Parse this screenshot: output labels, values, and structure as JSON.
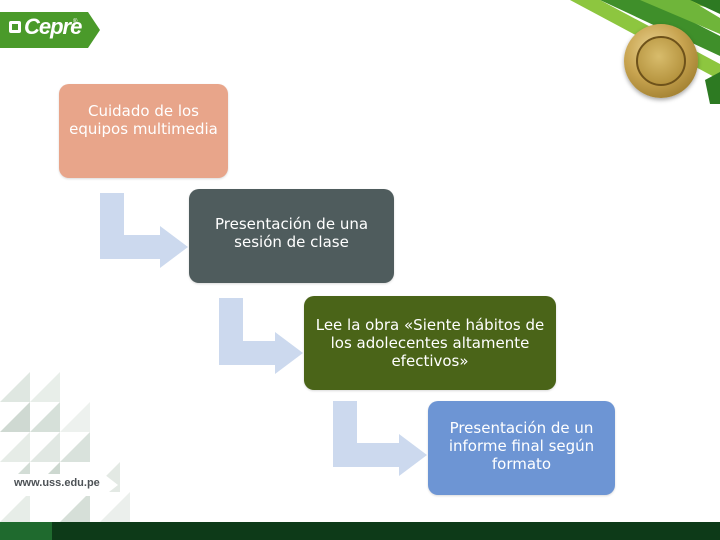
{
  "brand": {
    "logo_text": "Cepre",
    "logo_reg_mark": "®",
    "url": "www.uss.edu.pe",
    "accent_green": "#4a9a2a",
    "dark_green": "#0d3a18"
  },
  "diagram": {
    "steps": [
      {
        "label": "Cuidado de los equipos multimedia",
        "color": "#e8a58a"
      },
      {
        "label": "Presentación de una sesión de clase",
        "color": "#4f5c5d"
      },
      {
        "label": "Lee la obra «Siente hábitos de los adolecentes altamente efectivos»",
        "color": "#4a6418"
      },
      {
        "label": "Presentación de un informe final según formato",
        "color": "#6d95d4"
      }
    ],
    "arrow_color": "#ccd9ee"
  },
  "icons": {
    "seal": "university-seal-icon"
  }
}
